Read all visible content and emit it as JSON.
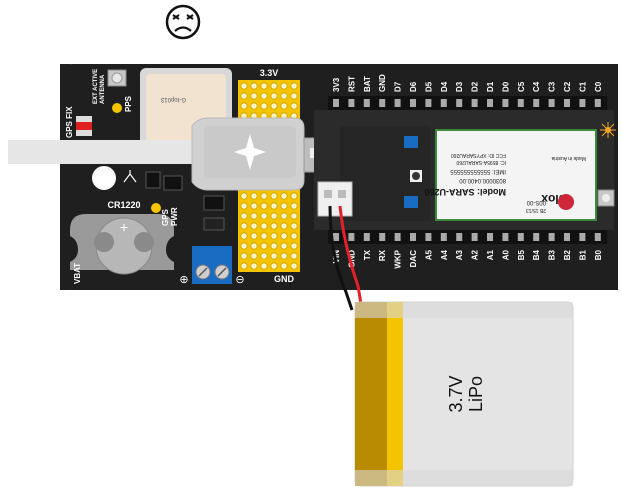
{
  "status_face": "sad-face-icon",
  "board": {
    "antenna_label_line1": "EXT ACTIVE",
    "antenna_label_line2": "ANTENNA",
    "pps_label": "PPS",
    "gps_fix_label": "GPS FIX",
    "gps_pwr_line1": "GPS",
    "gps_pwr_line2": "PWR",
    "battery_holder_label": "CR1220",
    "vbat_label": "VBAT",
    "v3_label": "3.3V",
    "gnd_label": "GND",
    "plus_symbol": "⊕",
    "minus_symbol": "⊖",
    "top_pins": [
      "3V3",
      "RST",
      "BAT",
      "GND",
      "D7",
      "D6",
      "D5",
      "D4",
      "D3",
      "D2",
      "D1",
      "D0",
      "C5",
      "C4",
      "C3",
      "C2",
      "C1",
      "C0"
    ],
    "bottom_pins": [
      "VIN",
      "GND",
      "TX",
      "RX",
      "WKP",
      "DAC",
      "A5",
      "A4",
      "A3",
      "A2",
      "A1",
      "A0",
      "B5",
      "B4",
      "B3",
      "B2",
      "B1",
      "B0"
    ],
    "gps_module_text": "G-top013"
  },
  "module": {
    "brand": "blox",
    "model": "Model: SARA-U260",
    "part_number": "8030000.0400.00",
    "imei": "IMEI: 555555555555",
    "ic": "IC: 8595A-SARAU260",
    "fcc": "FCC ID: XPYSARAU260",
    "made_in": "Made in Austria",
    "code": "00S-00",
    "date_code": "2B 15/13"
  },
  "battery": {
    "voltage": "3.7V",
    "chemistry": "LiPo"
  },
  "colors": {
    "board": "#1f1f1f",
    "pcb_proto": "#f5c400",
    "battery_body": "#e4e4e4",
    "battery_stripe": "#f5c400",
    "battery_stripe_dark": "#b98b00",
    "terminal": "#1a6bc2",
    "led_red": "#e02020",
    "wire_red": "#e5202a",
    "wire_black": "#111111"
  }
}
